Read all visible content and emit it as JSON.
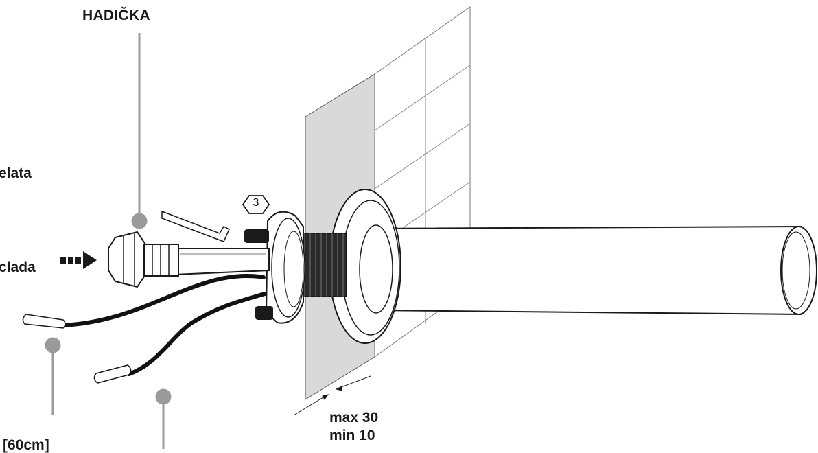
{
  "labels": {
    "hadicka": "HADIČKA",
    "elata": "elata",
    "clada": "clada",
    "cable_length": "[60cm]",
    "max": "max 30",
    "min": "min 10",
    "step_number": "3"
  },
  "colors": {
    "line": "#1a1a1a",
    "leader": "#9a9a9a",
    "wall_shade": "#d9d9d9",
    "cable": "#111111",
    "background": "#ffffff"
  },
  "icons": {
    "arrow": "dashed-arrow-right-icon",
    "tool": "hex-key-icon",
    "step_badge": "hexagon-step-badge"
  }
}
